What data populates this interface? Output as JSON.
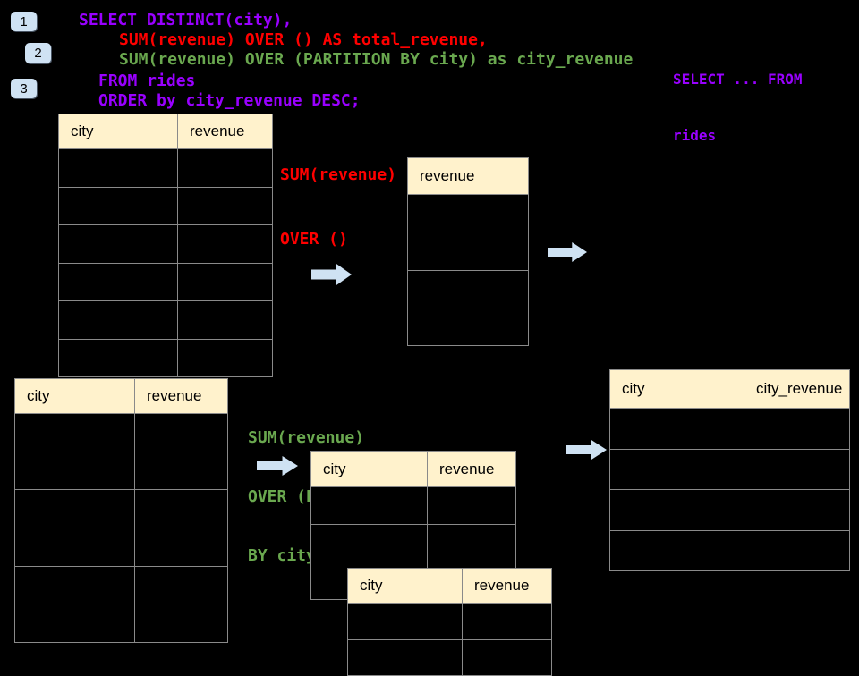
{
  "colors": {
    "background": "#000000",
    "accent_blue": "#cfe2f3",
    "header_fill": "#fff2cc",
    "table_border": "#8a8a8a",
    "sql_purple": "#9900ff",
    "sql_red": "#ff0000",
    "sql_green": "#6aa84f"
  },
  "badges": [
    {
      "label": "1"
    },
    {
      "label": "2"
    },
    {
      "label": "3"
    }
  ],
  "code": {
    "lines": [
      {
        "text": "SELECT DISTINCT(city),",
        "color": "purple"
      },
      {
        "text": "SUM(revenue) OVER () AS total_revenue,",
        "color": "red"
      },
      {
        "text": "SUM(revenue) OVER (PARTITION BY city) as city_revenue",
        "color": "green"
      },
      {
        "text": "FROM rides",
        "color": "purple"
      },
      {
        "text": "ORDER by city_revenue DESC;",
        "color": "purple"
      }
    ]
  },
  "side_note": {
    "line1": "SELECT ... FROM",
    "line2": "rides"
  },
  "labels": {
    "total_revenue": {
      "line1": "SUM(revenue)",
      "line2": "OVER ()"
    },
    "partition": {
      "line1": "SUM(revenue)",
      "line2": "OVER (PARTITION",
      "line3": "BY city)"
    }
  },
  "tables": [
    {
      "id": "source-top",
      "columns": [
        "city",
        "revenue"
      ],
      "body_rows": 6
    },
    {
      "id": "total-revenue-result",
      "columns": [
        "revenue"
      ],
      "body_rows": 4
    },
    {
      "id": "source-bottom",
      "columns": [
        "city",
        "revenue"
      ],
      "body_rows": 6
    },
    {
      "id": "partition-intermediate",
      "columns": [
        "city",
        "revenue"
      ],
      "body_rows": 3
    },
    {
      "id": "partition-overlay",
      "columns": [
        "city",
        "revenue"
      ],
      "body_rows": 2
    },
    {
      "id": "city-revenue-result",
      "columns": [
        "city",
        "city_revenue"
      ],
      "body_rows": 4
    }
  ],
  "arrows": [
    {
      "name": "flow-arrow-1",
      "direction": "right"
    },
    {
      "name": "flow-arrow-2",
      "direction": "right"
    },
    {
      "name": "flow-arrow-3",
      "direction": "right"
    },
    {
      "name": "flow-arrow-4",
      "direction": "right"
    }
  ]
}
